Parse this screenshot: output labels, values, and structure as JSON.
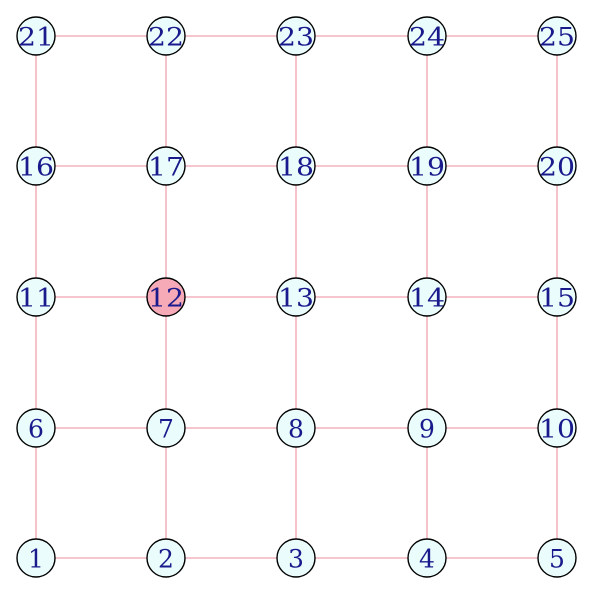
{
  "graph": {
    "type": "grid-graph",
    "colors": {
      "edge": "#f4b3bd",
      "node_fill": "#eafcfc",
      "highlight_fill": "#f6a9b7",
      "node_border": "#000000",
      "label": "#1a1a8c"
    },
    "highlighted": [
      "12"
    ],
    "rows": [
      [
        "21",
        "22",
        "23",
        "24",
        "25"
      ],
      [
        "16",
        "17",
        "18",
        "19",
        "20"
      ],
      [
        "11",
        "12",
        "13",
        "14",
        "15"
      ],
      [
        "6",
        "7",
        "8",
        "9",
        "10"
      ],
      [
        "1",
        "2",
        "3",
        "4",
        "5"
      ]
    ],
    "edges": [
      [
        "1",
        "2"
      ],
      [
        "2",
        "3"
      ],
      [
        "3",
        "4"
      ],
      [
        "4",
        "5"
      ],
      [
        "6",
        "7"
      ],
      [
        "7",
        "8"
      ],
      [
        "8",
        "9"
      ],
      [
        "9",
        "10"
      ],
      [
        "11",
        "12"
      ],
      [
        "12",
        "13"
      ],
      [
        "13",
        "14"
      ],
      [
        "14",
        "15"
      ],
      [
        "16",
        "17"
      ],
      [
        "17",
        "18"
      ],
      [
        "18",
        "19"
      ],
      [
        "19",
        "20"
      ],
      [
        "21",
        "22"
      ],
      [
        "22",
        "23"
      ],
      [
        "23",
        "24"
      ],
      [
        "24",
        "25"
      ],
      [
        "1",
        "6"
      ],
      [
        "6",
        "11"
      ],
      [
        "11",
        "16"
      ],
      [
        "16",
        "21"
      ],
      [
        "2",
        "7"
      ],
      [
        "7",
        "12"
      ],
      [
        "12",
        "17"
      ],
      [
        "17",
        "22"
      ],
      [
        "3",
        "8"
      ],
      [
        "8",
        "13"
      ],
      [
        "13",
        "18"
      ],
      [
        "18",
        "23"
      ],
      [
        "4",
        "9"
      ],
      [
        "9",
        "14"
      ],
      [
        "14",
        "19"
      ],
      [
        "19",
        "24"
      ],
      [
        "5",
        "10"
      ],
      [
        "10",
        "15"
      ],
      [
        "15",
        "20"
      ],
      [
        "20",
        "25"
      ]
    ]
  }
}
